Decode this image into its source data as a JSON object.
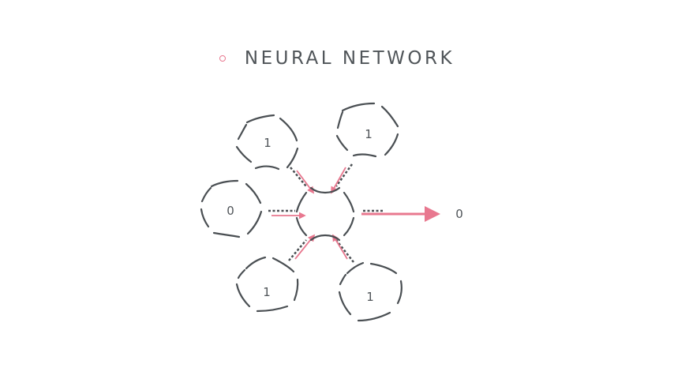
{
  "header": {
    "title": "NEURAL NETWORK"
  },
  "neurons": {
    "input_top_left": "1",
    "input_top_right": "1",
    "input_left": "0",
    "input_bottom_left": "1",
    "input_bottom_right": "1",
    "output_value": "0"
  },
  "colors": {
    "accent": "#e8788f",
    "stroke": "#4a4f53",
    "text": "#505559"
  }
}
